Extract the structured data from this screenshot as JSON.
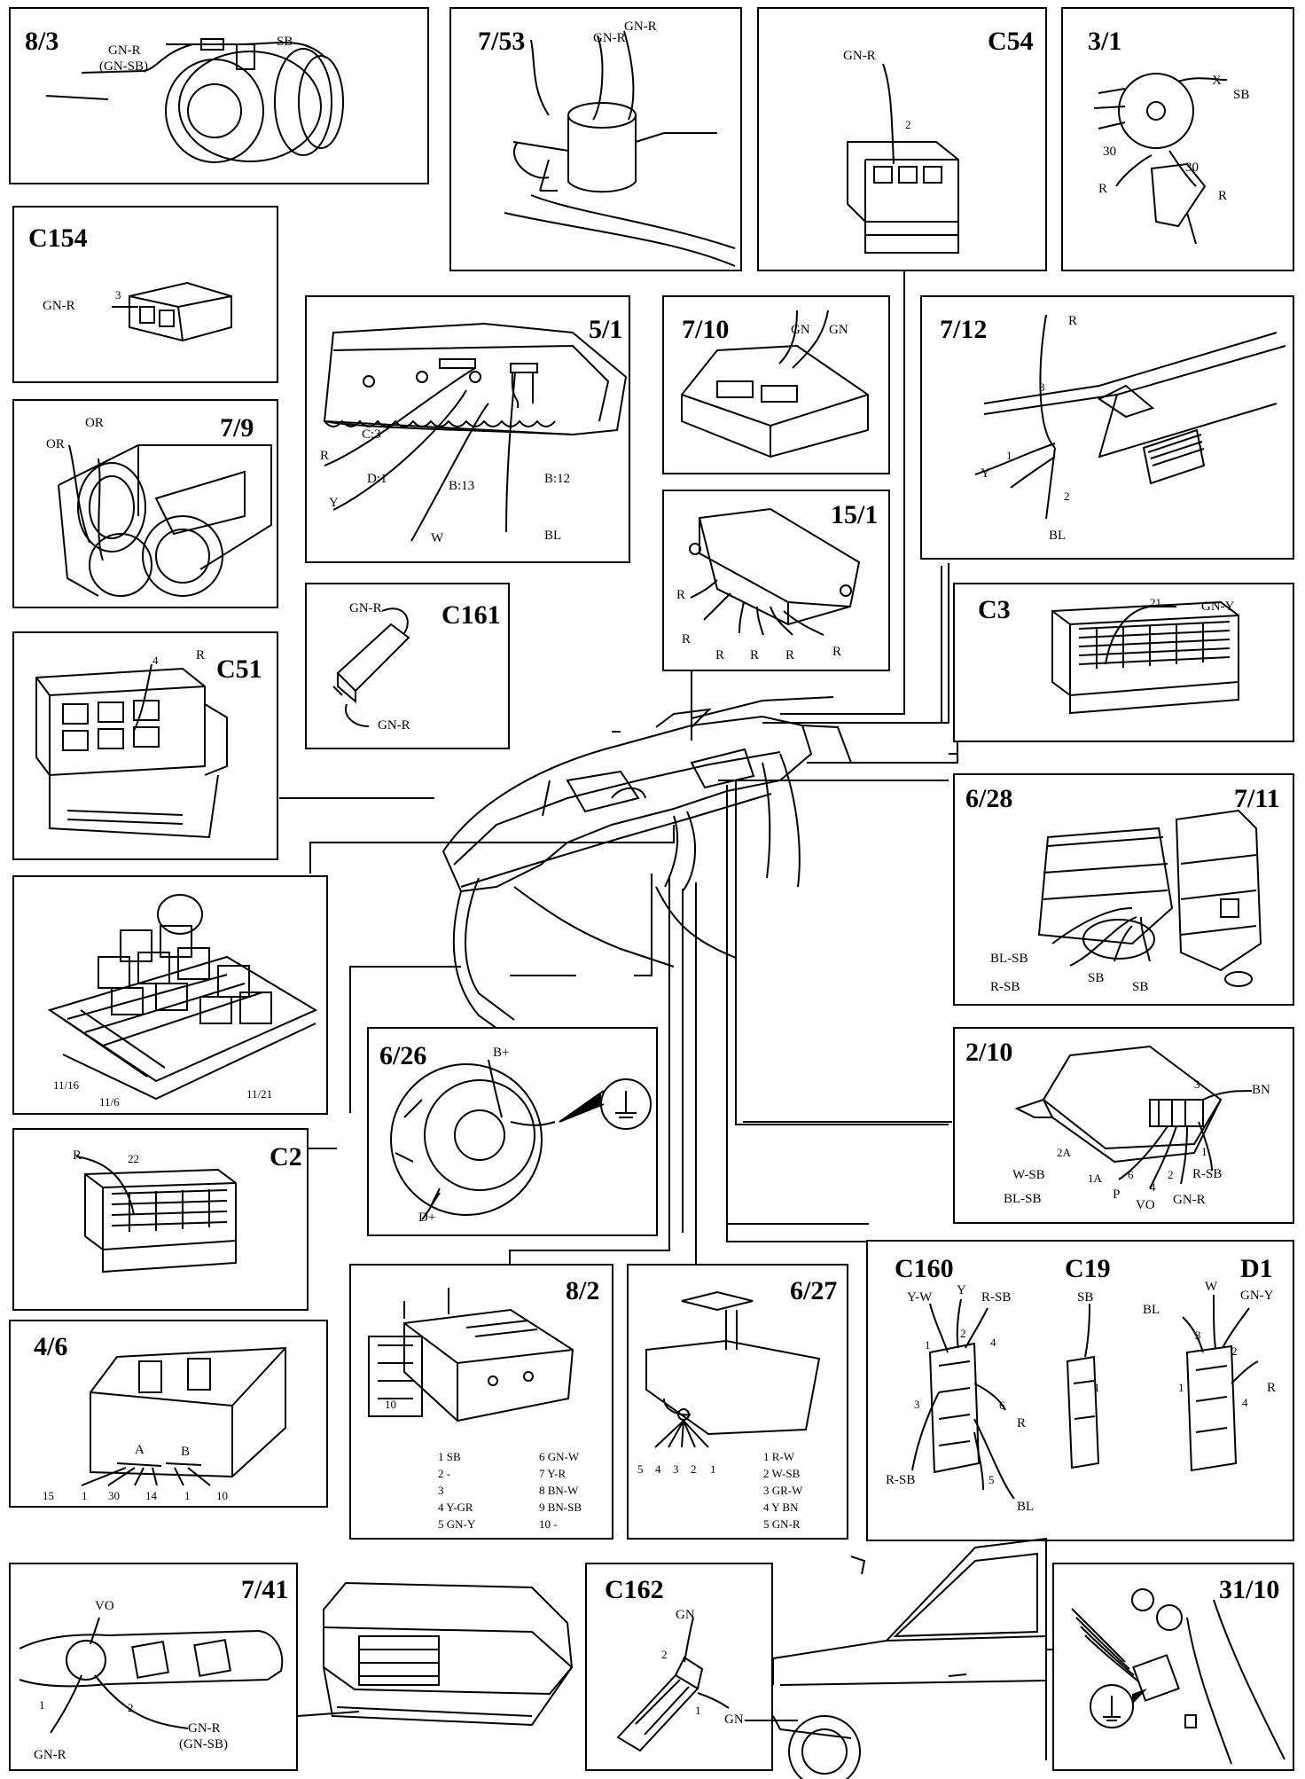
{
  "panels": {
    "p83": {
      "title": "8/3",
      "wires": [
        "GN-R",
        "(GN-SB)",
        "SB"
      ]
    },
    "p753": {
      "title": "7/53",
      "wires": [
        "GN-R",
        "GN-R"
      ]
    },
    "pC54": {
      "title": "C54",
      "wires": [
        "GN-R",
        "2"
      ]
    },
    "p31": {
      "title": "3/1",
      "wires": [
        "X",
        "SB",
        "30",
        "30",
        "R",
        "R"
      ]
    },
    "pC154": {
      "title": "C154",
      "wires": [
        "GN-R",
        "3"
      ]
    },
    "p51": {
      "title": "5/1",
      "wires": [
        "C:3",
        "R",
        "D:1",
        "Y",
        "B:13",
        "W",
        "B:12",
        "BL"
      ]
    },
    "p710": {
      "title": "7/10",
      "wires": [
        "GN",
        "GN"
      ]
    },
    "p712": {
      "title": "7/12",
      "wires": [
        "R",
        "3",
        "1",
        "Y",
        "2",
        "BL"
      ]
    },
    "p79": {
      "title": "7/9",
      "wires": [
        "OR",
        "OR"
      ]
    },
    "p151": {
      "title": "15/1",
      "wires": [
        "R",
        "R",
        "R",
        "R",
        "R",
        "R"
      ]
    },
    "pC161": {
      "title": "C161",
      "wires": [
        "GN-R",
        "GN-R"
      ]
    },
    "pC3": {
      "title": "C3",
      "wires": [
        "21",
        "GN-Y"
      ]
    },
    "pC51": {
      "title": "C51",
      "wires": [
        "4",
        "R"
      ]
    },
    "p628": {
      "title": "6/28",
      "title2": "7/11",
      "wires": [
        "BL-SB",
        "R-SB",
        "SB",
        "SB"
      ]
    },
    "p11": {
      "wires": [
        "11/16",
        "11/6",
        "11/21"
      ]
    },
    "p626": {
      "title": "6/26",
      "wires": [
        "B+",
        "D+"
      ]
    },
    "p210": {
      "title": "2/10",
      "wires": [
        "3",
        "BN",
        "2A",
        "1",
        "W-SB",
        "1A",
        "6",
        "R-SB",
        "BL-SB",
        "P",
        "4",
        "2",
        "VO",
        "GN-R"
      ]
    },
    "pC2": {
      "title": "C2",
      "wires": [
        "R",
        "22"
      ]
    },
    "p46": {
      "title": "4/6",
      "wires": [
        "A",
        "B",
        "15",
        "1",
        "30",
        "14",
        "1",
        "10"
      ]
    },
    "p82": {
      "title": "8/2",
      "connector": "10",
      "pins_left": [
        "1 SB",
        "2 -",
        "3",
        "4 Y-GR",
        "5 GN-Y"
      ],
      "pins_right": [
        "6 GN-W",
        "7 Y-R",
        "8 BN-W",
        "9 BN-SB",
        "10 -"
      ]
    },
    "p627": {
      "title": "6/27",
      "pin_numbers": [
        "5",
        "4",
        "3",
        "2",
        "1"
      ],
      "pins": [
        "1 R-W",
        "2 W-SB",
        "3 GR-W",
        "4 Y BN",
        "5 GN-R"
      ]
    },
    "pC160": {
      "title": "C160",
      "title2": "C19",
      "title3": "D1",
      "c160": [
        "Y-W",
        "Y",
        "R-SB",
        "1",
        "2",
        "4",
        "3",
        "6",
        "R",
        "R-SB",
        "5",
        "BL"
      ],
      "c19": [
        "SB",
        "1"
      ],
      "d1": [
        "W",
        "GN-Y",
        "BL",
        "3",
        "2",
        "1",
        "R",
        "4"
      ]
    },
    "p741": {
      "title": "7/41",
      "wires": [
        "VO",
        "1",
        "2",
        "GN-R",
        "(GN-SB)",
        "GN-R"
      ]
    },
    "pC162": {
      "title": "C162",
      "wires": [
        "GN",
        "2",
        "1",
        "GN"
      ]
    },
    "p3110": {
      "title": "31/10"
    }
  }
}
